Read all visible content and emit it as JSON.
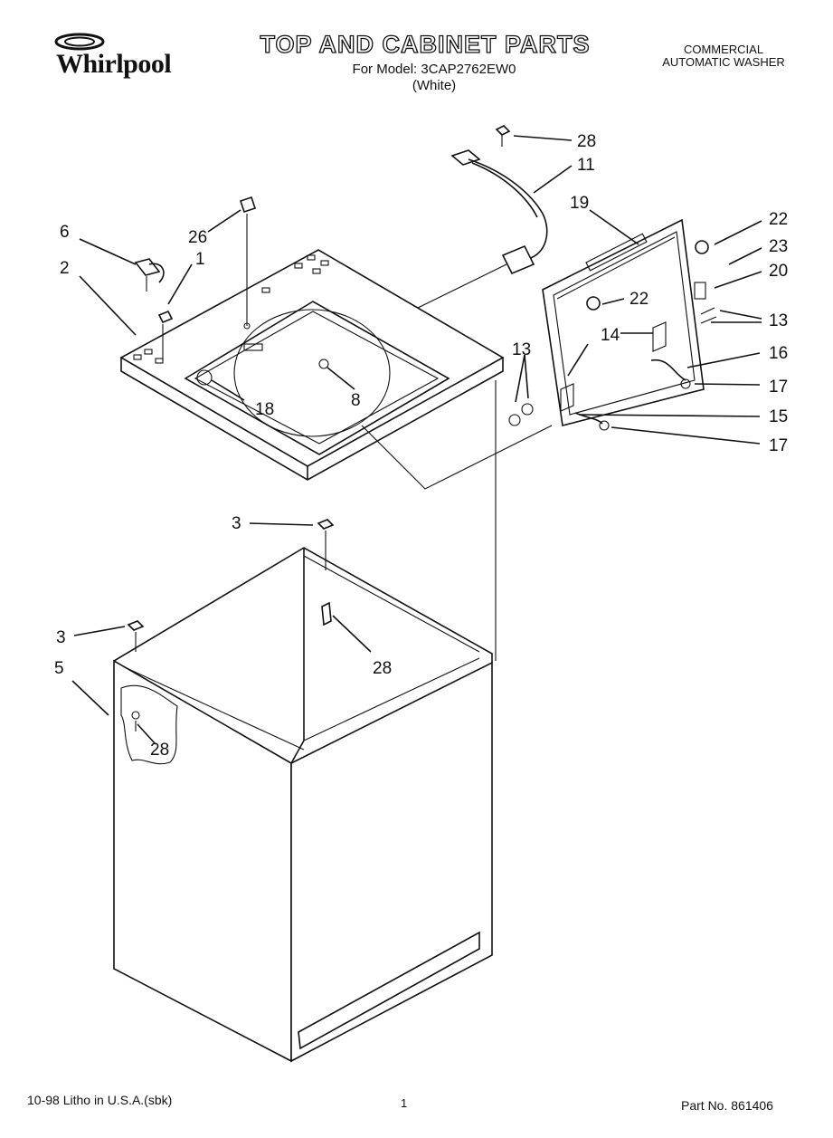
{
  "header": {
    "brand": "Whirlpool",
    "title": "TOP AND CABINET PARTS",
    "model_line": "For Model: 3CAP2762EW0",
    "color_line": "(White)",
    "kind_line1": "COMMERCIAL",
    "kind_line2": "AUTOMATIC WASHER"
  },
  "callouts": [
    "28",
    "11",
    "19",
    "22",
    "23",
    "20",
    "22",
    "13",
    "14",
    "16",
    "13",
    "17",
    "15",
    "17",
    "6",
    "26",
    "1",
    "2",
    "18",
    "8",
    "3",
    "3",
    "28",
    "5",
    "28"
  ],
  "footer": {
    "litho": "10-98 Litho in U.S.A.(sbk)",
    "page": "1",
    "part_no": "Part No. 861406"
  }
}
